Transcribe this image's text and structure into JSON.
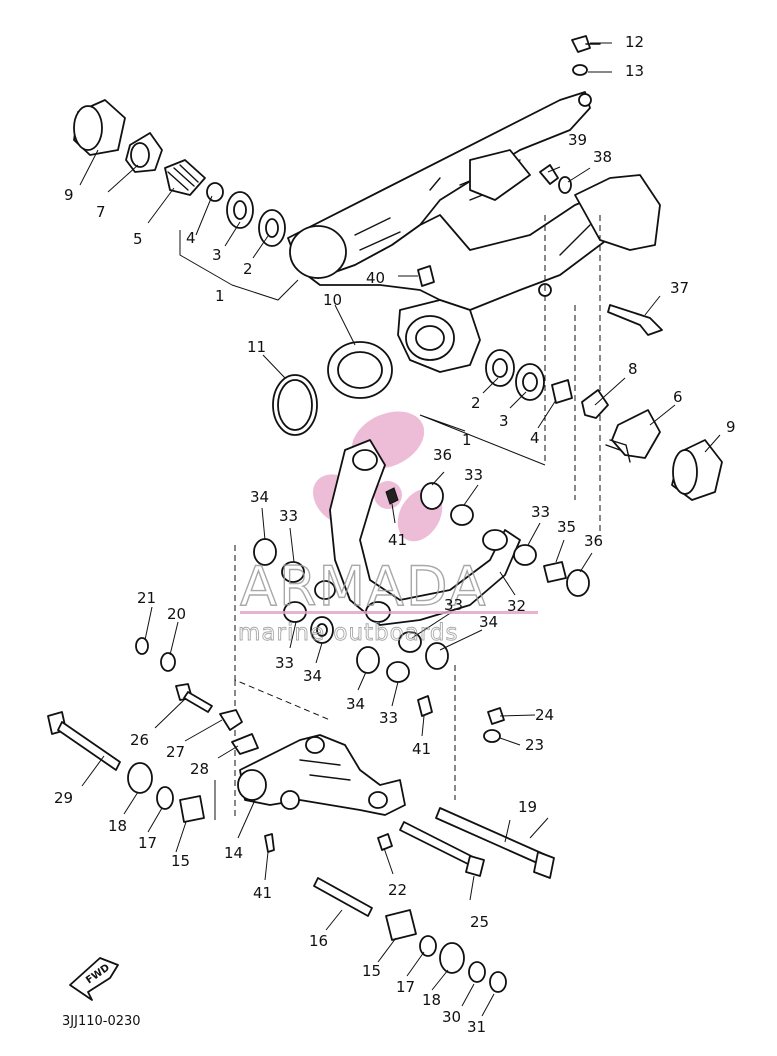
{
  "diagram": {
    "catalog_code": "3JJ110-0230",
    "fwd_label": "FWD",
    "callouts": [
      {
        "id": "c12",
        "text": "12"
      },
      {
        "id": "c13",
        "text": "13"
      },
      {
        "id": "c9a",
        "text": "9"
      },
      {
        "id": "c7",
        "text": "7"
      },
      {
        "id": "c5",
        "text": "5"
      },
      {
        "id": "c4a",
        "text": "4"
      },
      {
        "id": "c3a",
        "text": "3"
      },
      {
        "id": "c2a",
        "text": "2"
      },
      {
        "id": "c1a",
        "text": "1"
      },
      {
        "id": "c39",
        "text": "39"
      },
      {
        "id": "c38",
        "text": "38"
      },
      {
        "id": "c40",
        "text": "40"
      },
      {
        "id": "c10",
        "text": "10"
      },
      {
        "id": "c11",
        "text": "11"
      },
      {
        "id": "c37",
        "text": "37"
      },
      {
        "id": "c8",
        "text": "8"
      },
      {
        "id": "c6",
        "text": "6"
      },
      {
        "id": "c9b",
        "text": "9"
      },
      {
        "id": "c2b",
        "text": "2"
      },
      {
        "id": "c3b",
        "text": "3"
      },
      {
        "id": "c1b",
        "text": "1"
      },
      {
        "id": "c4b",
        "text": "4"
      },
      {
        "id": "c36a",
        "text": "36"
      },
      {
        "id": "c33a",
        "text": "33"
      },
      {
        "id": "c41a",
        "text": "41"
      },
      {
        "id": "c34a",
        "text": "34"
      },
      {
        "id": "c33b",
        "text": "33"
      },
      {
        "id": "c33c",
        "text": "33"
      },
      {
        "id": "c35",
        "text": "35"
      },
      {
        "id": "c36b",
        "text": "36"
      },
      {
        "id": "c32",
        "text": "32"
      },
      {
        "id": "c33d",
        "text": "33"
      },
      {
        "id": "c34b",
        "text": "34"
      },
      {
        "id": "c33e",
        "text": "33"
      },
      {
        "id": "c34c",
        "text": "34"
      },
      {
        "id": "c34d",
        "text": "34"
      },
      {
        "id": "c33f",
        "text": "33"
      },
      {
        "id": "c41b",
        "text": "41"
      },
      {
        "id": "c21",
        "text": "21"
      },
      {
        "id": "c20",
        "text": "20"
      },
      {
        "id": "c24",
        "text": "24"
      },
      {
        "id": "c23",
        "text": "23"
      },
      {
        "id": "c26",
        "text": "26"
      },
      {
        "id": "c27",
        "text": "27"
      },
      {
        "id": "c28",
        "text": "28"
      },
      {
        "id": "c29",
        "text": "29"
      },
      {
        "id": "c18a",
        "text": "18"
      },
      {
        "id": "c17a",
        "text": "17"
      },
      {
        "id": "c15a",
        "text": "15"
      },
      {
        "id": "c14",
        "text": "14"
      },
      {
        "id": "c41c",
        "text": "41"
      },
      {
        "id": "c19",
        "text": "19"
      },
      {
        "id": "c22",
        "text": "22"
      },
      {
        "id": "c25",
        "text": "25"
      },
      {
        "id": "c16",
        "text": "16"
      },
      {
        "id": "c15b",
        "text": "15"
      },
      {
        "id": "c17b",
        "text": "17"
      },
      {
        "id": "c18b",
        "text": "18"
      },
      {
        "id": "c30",
        "text": "30"
      },
      {
        "id": "c31",
        "text": "31"
      }
    ]
  },
  "watermark": {
    "title": "ARMADA",
    "subtitle": "marine outboards",
    "colors": {
      "logo": "#e8a8cc",
      "text": "#9a9a9a",
      "underline": "#e4a6c6"
    }
  },
  "colors": {
    "ink": "#111111",
    "background": "#ffffff"
  }
}
